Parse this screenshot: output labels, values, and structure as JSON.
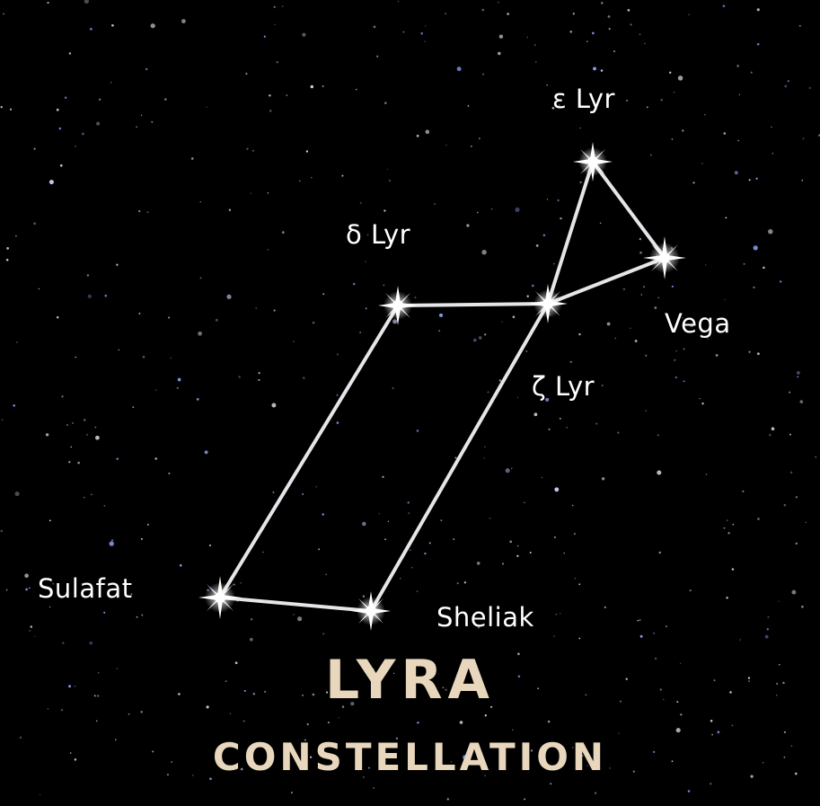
{
  "title": {
    "main": "LYRA",
    "sub": "CONSTELLATION"
  },
  "stars": {
    "epsilon": {
      "label": "ε Lyr"
    },
    "vega": {
      "label": "Vega"
    },
    "delta": {
      "label": "δ Lyr"
    },
    "zeta": {
      "label": "ζ Lyr"
    },
    "sulafat": {
      "label": "Sulafat"
    },
    "sheliak": {
      "label": "Sheliak"
    }
  },
  "colors": {
    "background": "#000000",
    "line": "#e6e6ea",
    "label": "#ffffff",
    "title": "#e8d7bd",
    "field_star_blue": "#8fa6ff"
  }
}
